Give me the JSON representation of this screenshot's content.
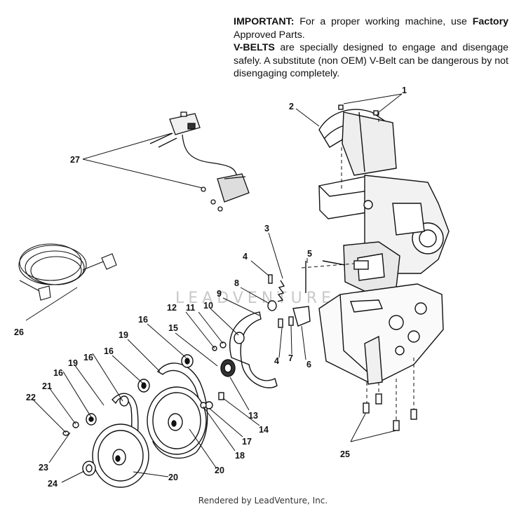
{
  "notice": {
    "l1_bold": "IMPORTANT:",
    "l1_a": " For a proper working machine, use ",
    "l1_bold2": "Factory",
    "l2": "Approved Parts.",
    "l3_bold": "V-BELTS",
    "l3_rest": " are specially designed to engage and disengage safely.  A substitute (non OEM) V-Belt can be dangerous by not disengaging completely."
  },
  "watermark": "LEADVENTURE",
  "footer": "Rendered by LeadVenture, Inc.",
  "callouts": {
    "c1": "1",
    "c2": "2",
    "c3": "3",
    "c4a": "4",
    "c4b": "4",
    "c5": "5",
    "c6": "6",
    "c7": "7",
    "c8": "8",
    "c9": "9",
    "c10": "10",
    "c11": "11",
    "c12": "12",
    "c13": "13",
    "c14": "14",
    "c15": "15",
    "c16a": "16",
    "c16b": "16",
    "c16c": "16",
    "c16d": "16",
    "c17": "17",
    "c18": "18",
    "c19a": "19",
    "c19b": "19",
    "c20a": "20",
    "c20b": "20",
    "c21": "21",
    "c22": "22",
    "c23": "23",
    "c24": "24",
    "c25": "25",
    "c26": "26",
    "c27": "27"
  }
}
